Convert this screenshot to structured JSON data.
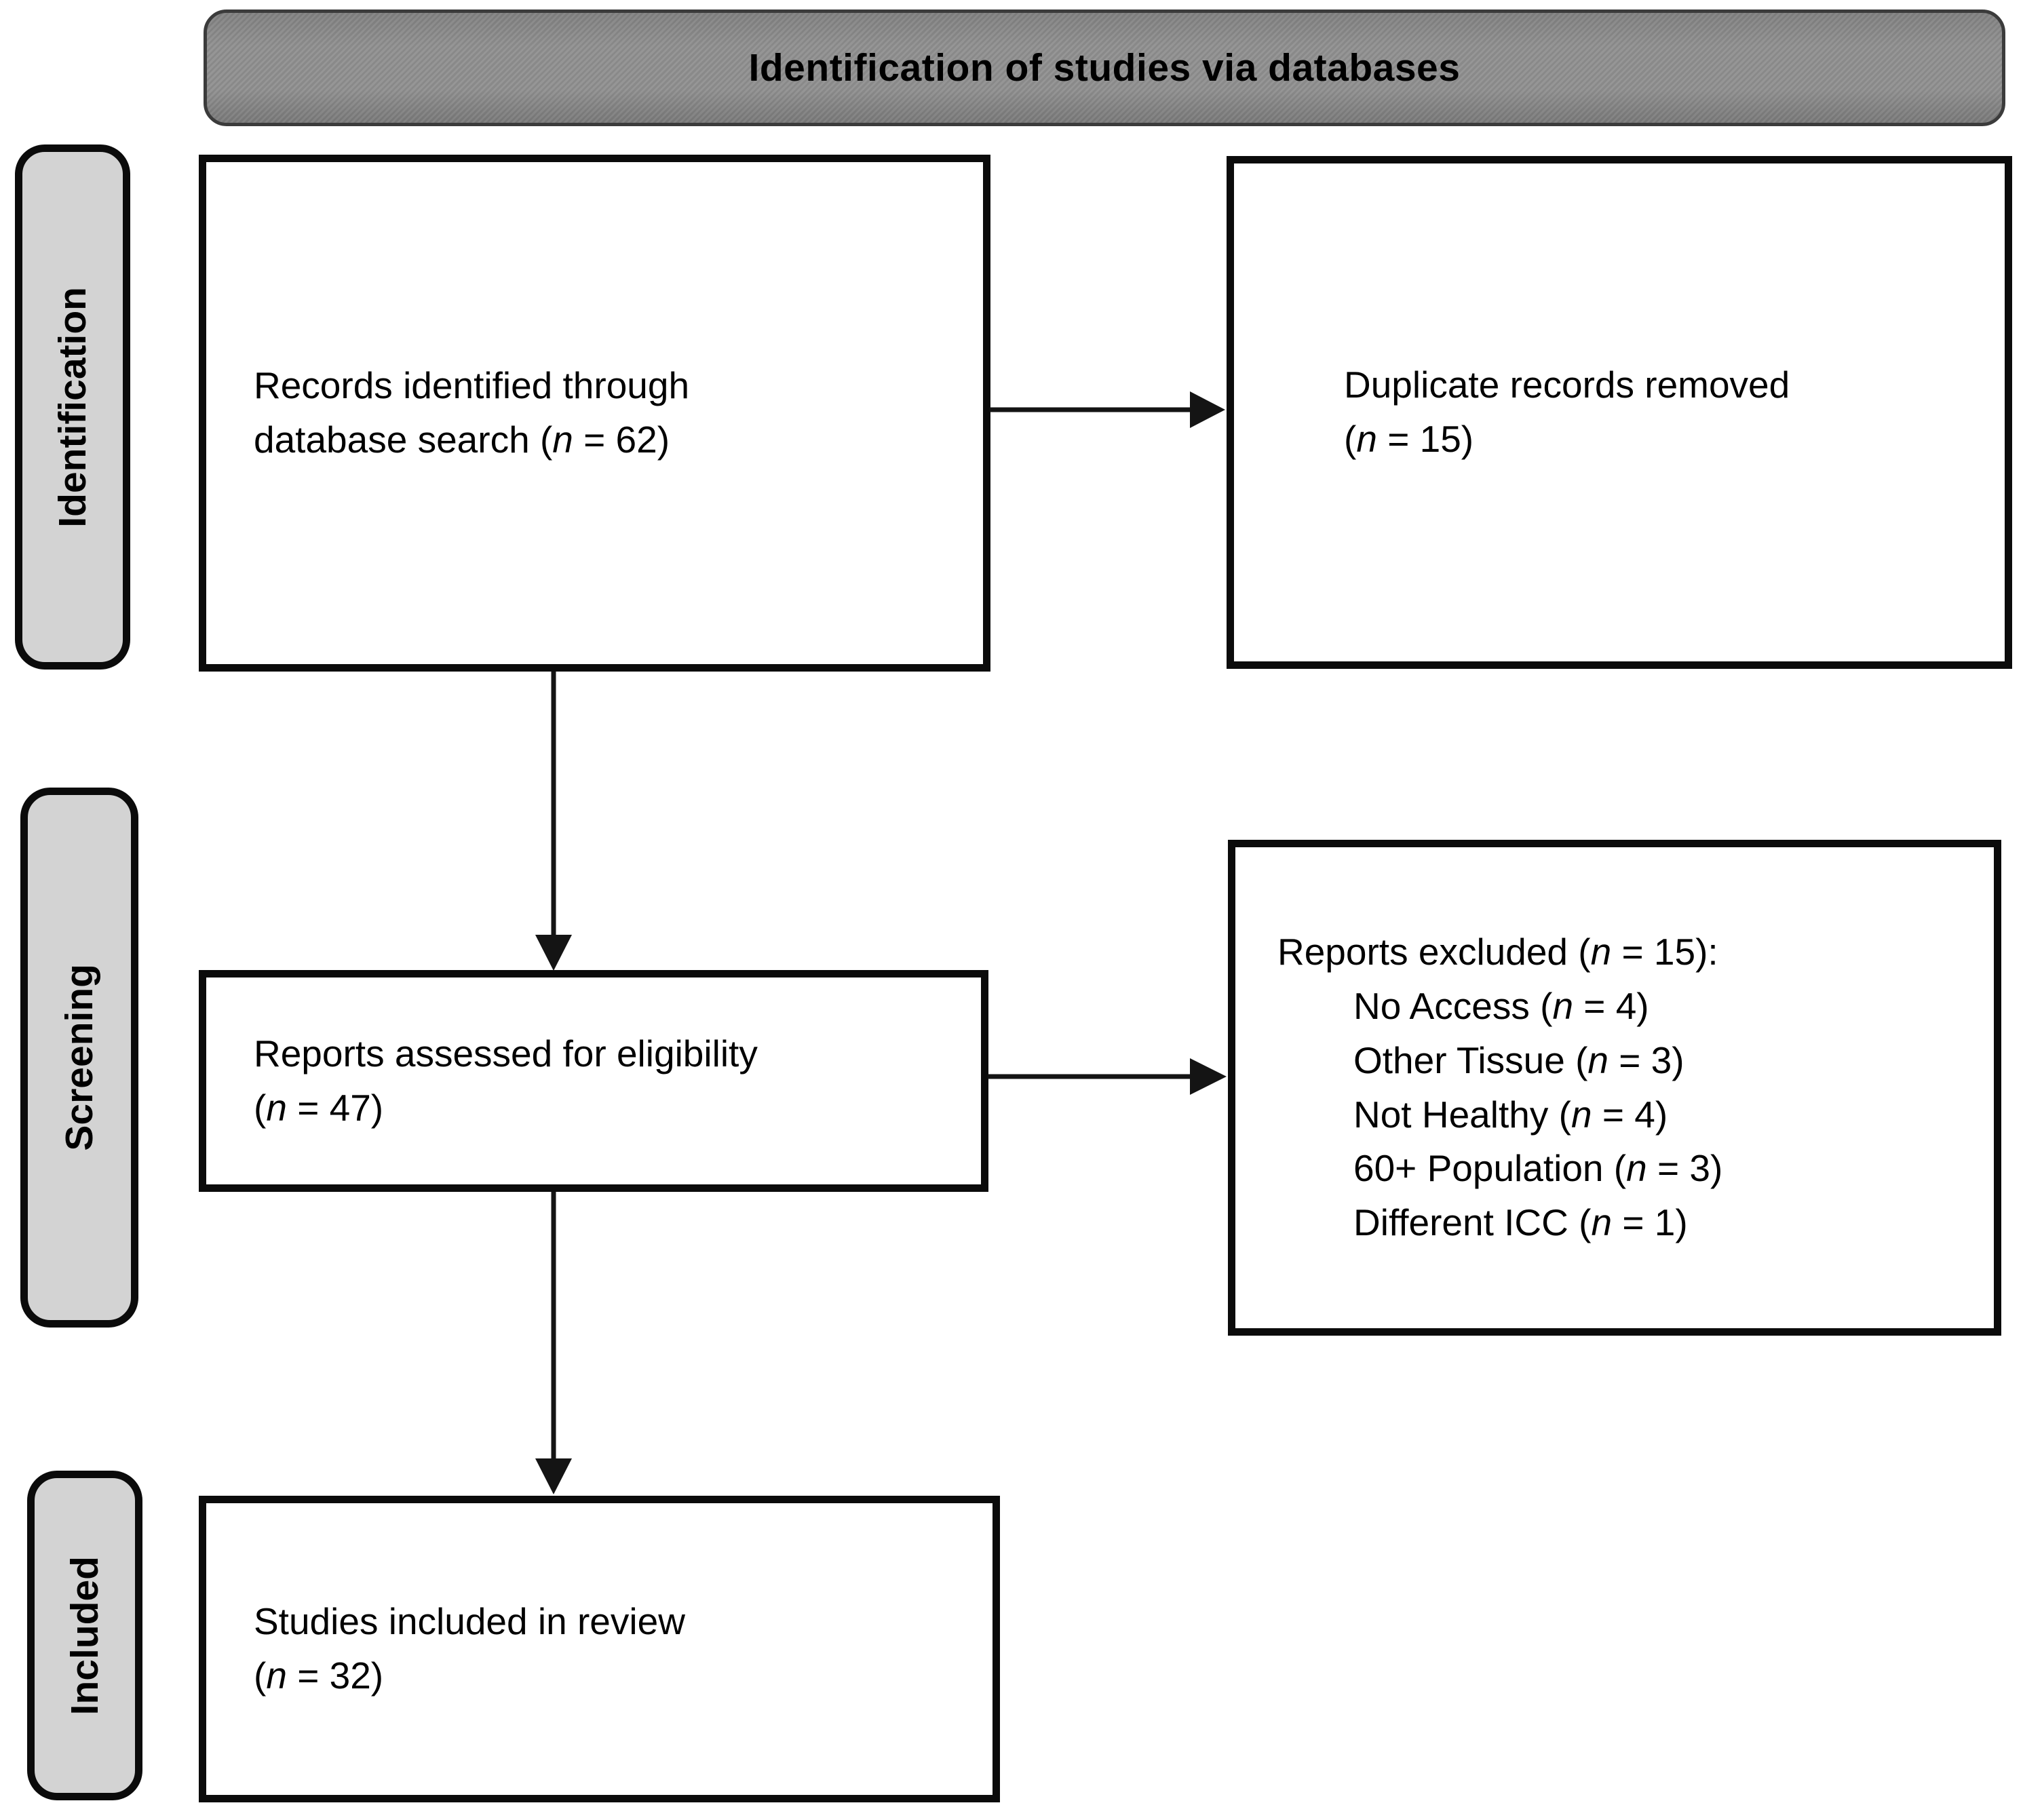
{
  "header": {
    "title": "Identification of studies via databases"
  },
  "stages": [
    {
      "id": "identification",
      "label": "Identification"
    },
    {
      "id": "screening",
      "label": "Screening"
    },
    {
      "id": "included",
      "label": "Included"
    }
  ],
  "boxes": {
    "records_identified": {
      "lines": [
        "Records identified through",
        "database search (n = 62)"
      ]
    },
    "duplicates_removed": {
      "lines": [
        "Duplicate records removed",
        "(n = 15)"
      ]
    },
    "reports_assessed": {
      "lines": [
        "Reports assessed for eligibility",
        "(n = 47)"
      ]
    },
    "reports_excluded": {
      "title": "Reports excluded (n = 15):",
      "items": [
        "No Access (n = 4)",
        "Other Tissue (n = 3)",
        "Not Healthy (n = 4)",
        "60+ Population (n = 3)",
        "Different ICC (n = 1)"
      ]
    },
    "studies_included": {
      "lines": [
        "Studies included in review",
        "(n = 32)"
      ]
    }
  },
  "colors": {
    "banner_fill": "#8c8c8c",
    "banner_border": "#3b3b3b",
    "stage_fill": "#d3d3d3",
    "stage_border": "#0b0b0b",
    "box_fill": "#ffffff",
    "box_border": "#0b0b0b",
    "arrow": "#141414",
    "text": "#000000"
  }
}
